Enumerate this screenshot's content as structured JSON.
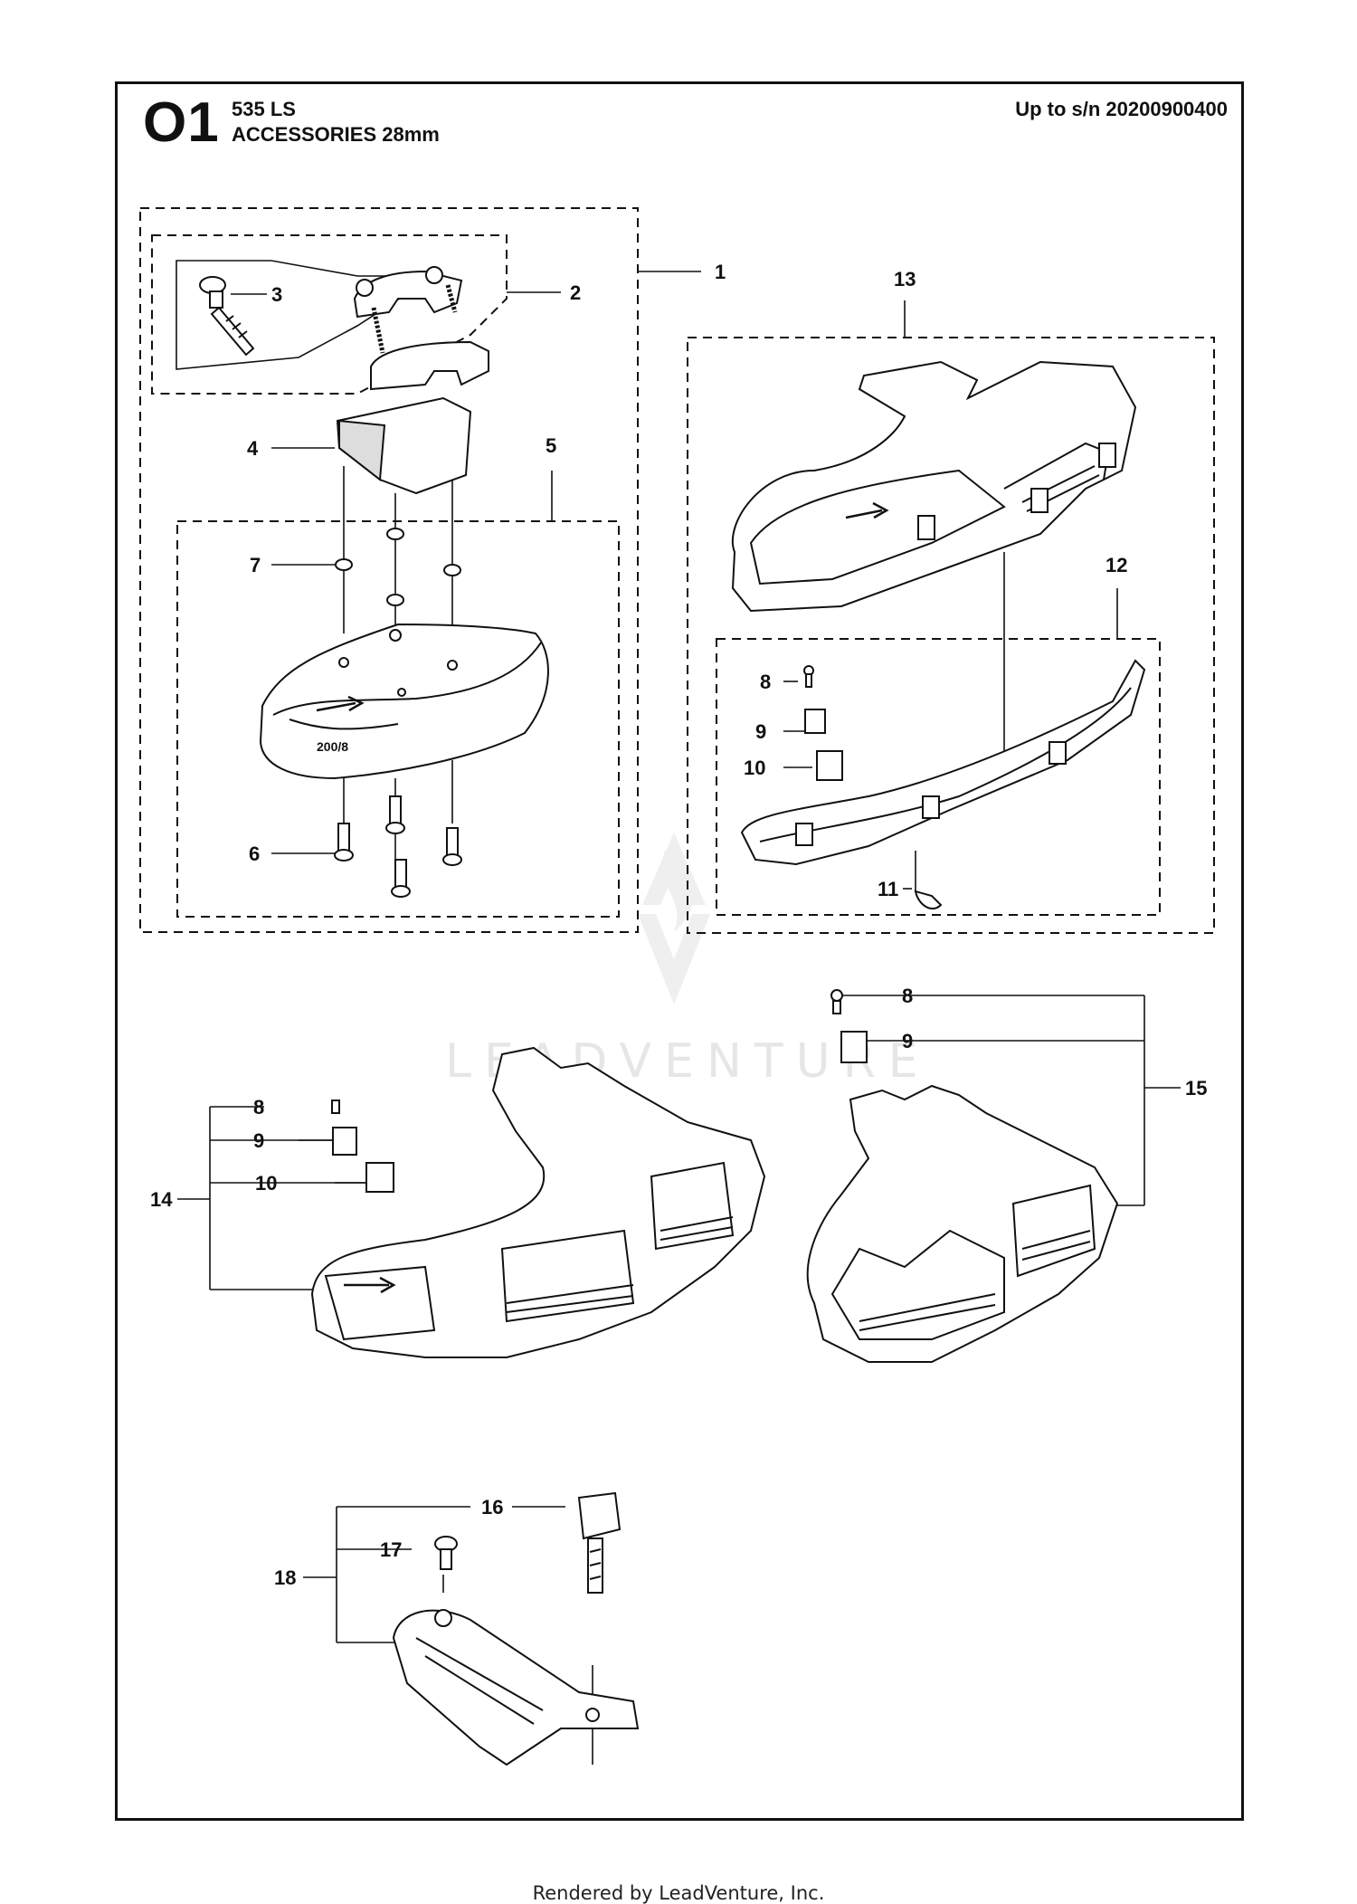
{
  "header": {
    "sheet_code": "O1",
    "model": "535 LS",
    "section": "ACCESSORIES 28mm",
    "serial_note": "Up to s/n 20200900400"
  },
  "callouts": [
    "1",
    "2",
    "3",
    "4",
    "5",
    "6",
    "7",
    "8",
    "9",
    "10",
    "11",
    "12",
    "13",
    "14",
    "15",
    "16",
    "17",
    "18"
  ],
  "guard_marking": "200/8",
  "watermark": "LEADVENTURE",
  "footer": "Rendered by LeadVenture, Inc."
}
